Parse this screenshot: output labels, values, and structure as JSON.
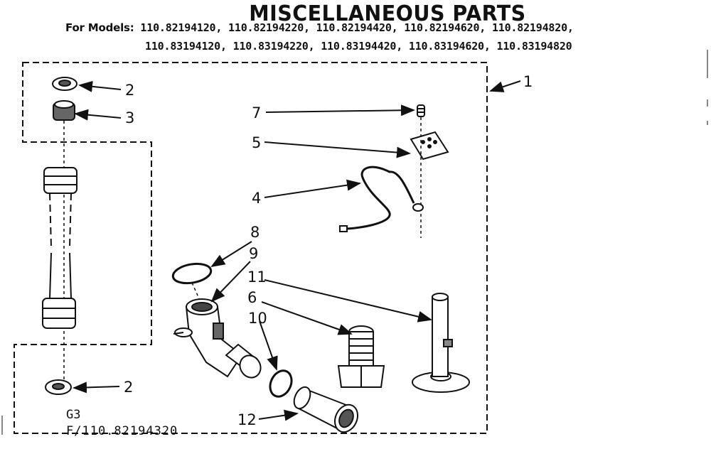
{
  "title": "MISCELLANEOUS PARTS",
  "models": {
    "prefix": "For Models:",
    "line1": "110.82194120, 110.82194220, 110.82194420, 110.82194620, 110.82194820,",
    "line2": "110.83194120, 110.83194220, 110.83194420, 110.83194620, 110.83194820"
  },
  "figure_code": "G3",
  "figure_model": "F/110.82194320",
  "callouts": {
    "c1": "1",
    "c2a": "2",
    "c2b": "2",
    "c3": "3",
    "c4": "4",
    "c5": "5",
    "c6": "6",
    "c7": "7",
    "c8": "8",
    "c9": "9",
    "c10": "10",
    "c11": "11",
    "c12": "12"
  }
}
